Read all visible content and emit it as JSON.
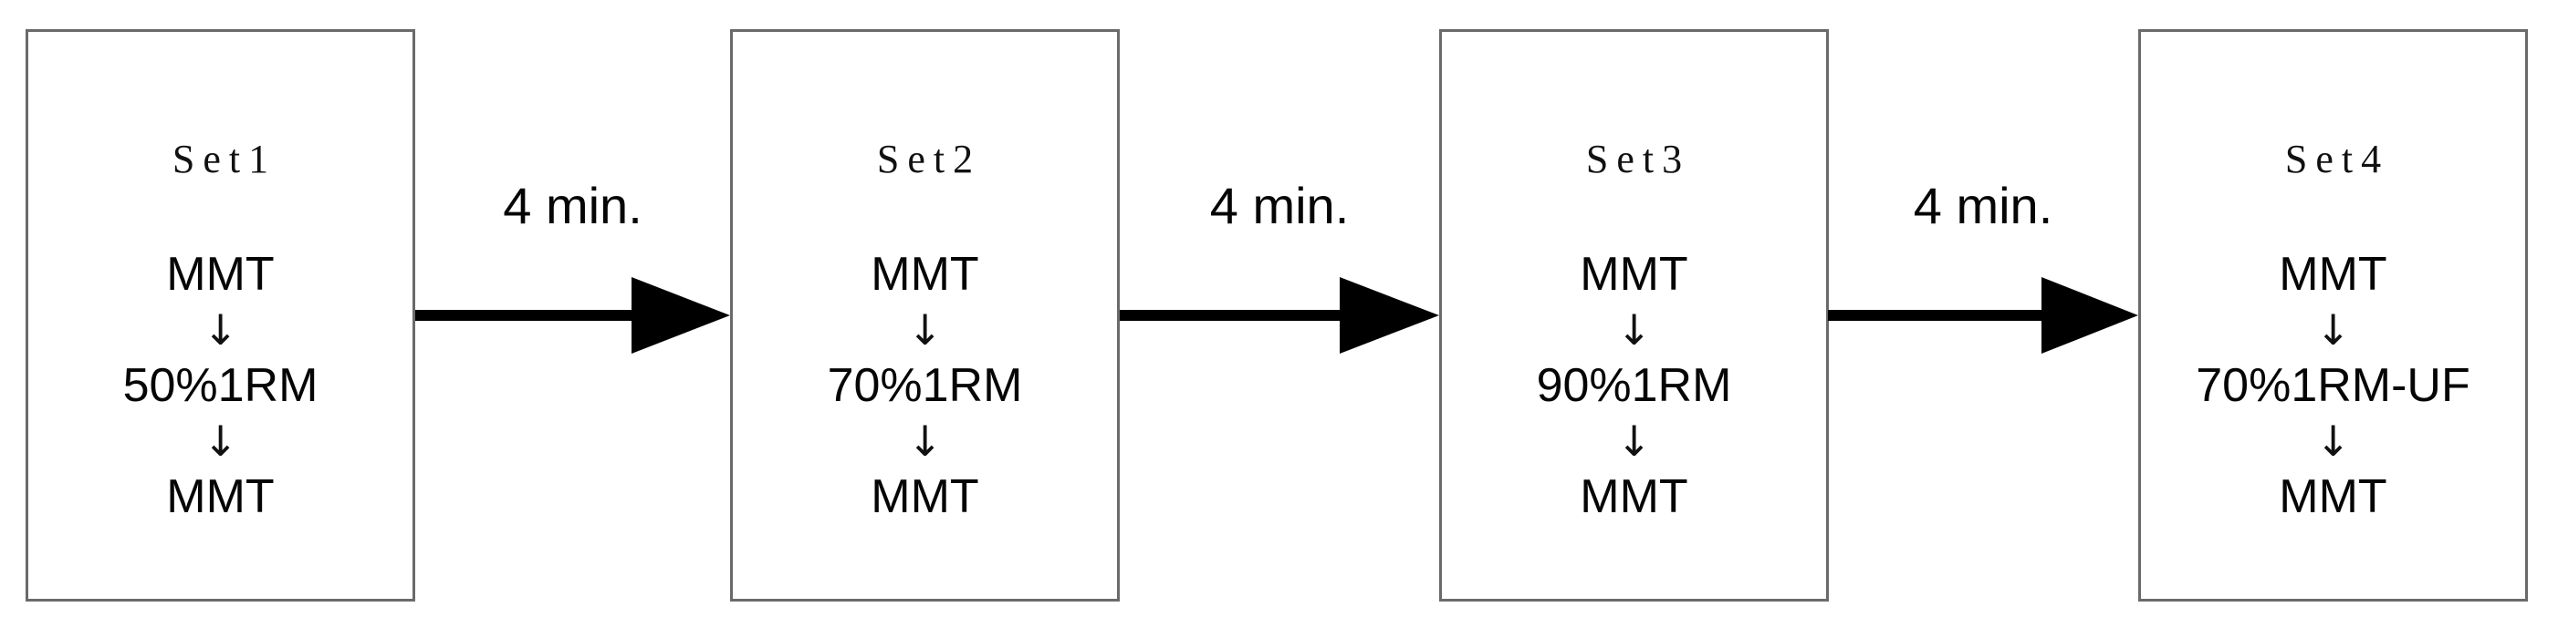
{
  "diagram": {
    "type": "flowchart",
    "orientation": "horizontal",
    "background_color": "#ffffff",
    "box_border_color": "#6a6a6a",
    "arrow_color": "#000000",
    "text_color": "#050505",
    "sets": [
      {
        "title": "Set1",
        "steps": [
          "MMT",
          "50%1RM",
          "MMT"
        ],
        "step_arrow": "↓"
      },
      {
        "title": "Set2",
        "steps": [
          "MMT",
          "70%1RM",
          "MMT"
        ],
        "step_arrow": "↓"
      },
      {
        "title": "Set3",
        "steps": [
          "MMT",
          "90%1RM",
          "MMT"
        ],
        "step_arrow": "↓"
      },
      {
        "title": "Set4",
        "steps": [
          "MMT",
          "70%1RM-UF",
          "MMT"
        ],
        "step_arrow": "↓"
      }
    ],
    "connectors": [
      {
        "label": "4 min."
      },
      {
        "label": "4 min."
      },
      {
        "label": "4 min."
      }
    ]
  }
}
